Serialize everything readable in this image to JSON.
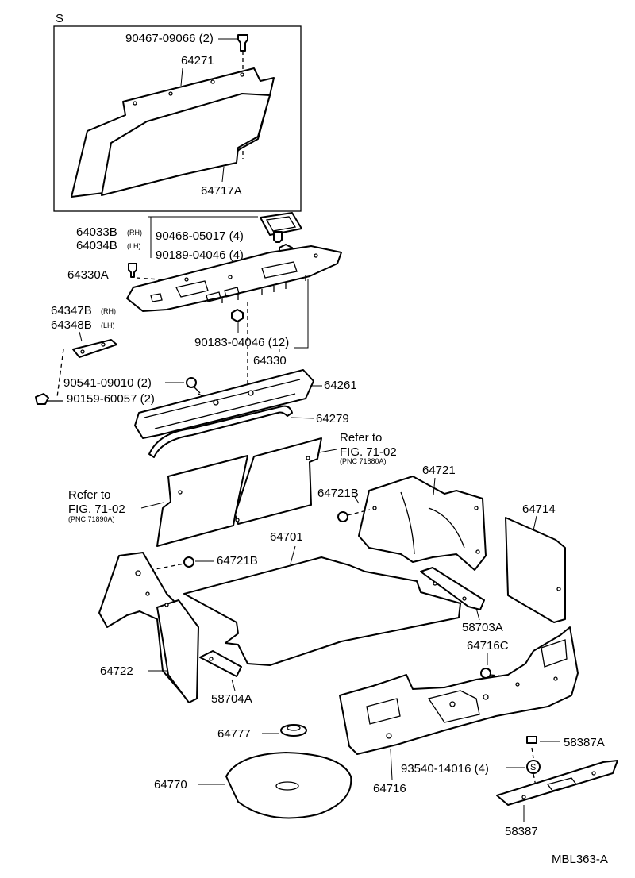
{
  "diagram_code": "MBL363-A",
  "box_marker": "S",
  "labels": {
    "p90467": "90467-09066 (2)",
    "p64271": "64271",
    "p64717A": "64717A",
    "p64033B": "64033B",
    "p64033B_side": "(RH)",
    "p64034B": "64034B",
    "p64034B_side": "(LH)",
    "p90468": "90468-05017 (4)",
    "p90189": "90189-04046 (4)",
    "p64330A": "64330A",
    "p64347B": "64347B",
    "p64347B_side": "(RH)",
    "p64348B": "64348B",
    "p64348B_side": "(LH)",
    "p90183": "90183-04046 (12)",
    "p64330": "64330",
    "p90541": "90541-09010 (2)",
    "p90159": "90159-60057 (2)",
    "p64261": "64261",
    "p64279": "64279",
    "ref1_line1": "Refer to",
    "ref1_line2": "FIG. 71-02",
    "ref1_line3": "(PNC 71880A)",
    "ref2_line1": "Refer to",
    "ref2_line2": "FIG. 71-02",
    "ref2_line3": "(PNC 71890A)",
    "p64721": "64721",
    "p64721B_a": "64721B",
    "p64714": "64714",
    "p64701": "64701",
    "p64721B_b": "64721B",
    "p58703A": "58703A",
    "p64716C": "64716C",
    "p64722": "64722",
    "p58704A": "58704A",
    "p64777": "64777",
    "p58387A": "58387A",
    "p93540": "93540-14016 (4)",
    "p64770": "64770",
    "p64716": "64716",
    "p58387": "58387",
    "s_symbol": "S"
  }
}
